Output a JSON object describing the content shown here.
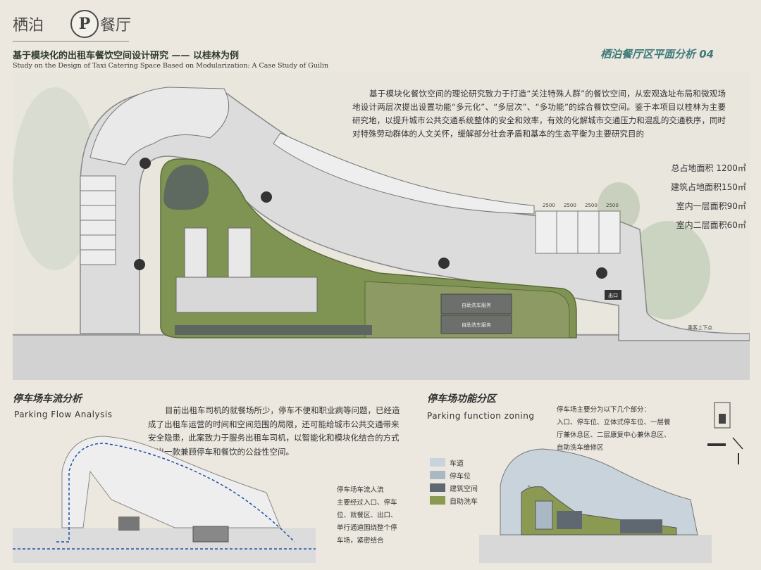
{
  "logo": {
    "left": "栖泊",
    "badge": "P",
    "right": "餐厅"
  },
  "header": {
    "title_cn": "基于模块化的出租车餐饮空间设计研究 —— 以桂林为例",
    "title_en": "Study on the Design of Taxi Catering Space Based on Modularization: A Case Study of Guilin",
    "sheet_title": "栖泊餐厅区平面分析 04"
  },
  "intro": "基于模块化餐饮空间的理论研究致力于打造“关注特殊人群”的餐饮空间，从宏观选址布局和微观场地设计两层次提出设置功能“多元化”、“多层次”、“多功能”的综合餐饮空间。鉴于本项目以桂林为主要研究地，以提升城市公共交通系统整体的安全和效率，有效的化解城市交通压力和混乱的交通秩序，同时对特殊劳动群体的人文关怀，缓解部分社会矛盾和基本的生态平衡为主要研究目的",
  "stats": [
    "总占地面积 1200㎡",
    "建筑占地面积150㎡",
    "室内一层面积90㎡",
    "室内二层面积60㎡"
  ],
  "plan_labels": {
    "svc1": "自助洗车服务",
    "svc2": "自助洗车服务",
    "dims": [
      "2500",
      "2500",
      "2500",
      "2500"
    ],
    "exit": "出口",
    "taxi": "乘客上下点"
  },
  "flow": {
    "title_cn": "停车场车流分析",
    "title_en": "Parking Flow Analysis",
    "para": "目前出租车司机的就餐场所少，停车不便和职业病等问题，已经造成了出租车运营的时间和空间范围的局限，还可能给城市公共交通带来安全隐患，此案致力于服务出租车司机，以智能化和模块化结合的方式推出一款兼顾停车和餐饮的公益性空间。",
    "note": [
      "停车场车流人流",
      "主要经过入口、停车",
      "位、就餐区、出口、",
      "单行通道围绕整个停",
      "车场，紧密结合"
    ]
  },
  "zoning": {
    "title_cn": "停车场功能分区",
    "title_en": "Parking function zoning",
    "note": [
      "停车场主要分为以下几个部分：",
      "入口、停车位、立体式停车位、一层餐",
      "厅兼休息区、二层康复中心兼休息区、",
      "自助洗车维修区"
    ],
    "legend": [
      {
        "label": "车道",
        "color": "#c9d3dc"
      },
      {
        "label": "停车位",
        "color": "#aab7c4"
      },
      {
        "label": "建筑空间",
        "color": "#5f6770"
      },
      {
        "label": "自助洗车",
        "color": "#8a9a52"
      }
    ]
  },
  "colors": {
    "accent": "#3e7a7a",
    "grass": "#7f9452",
    "road": "#d5d5d5"
  }
}
